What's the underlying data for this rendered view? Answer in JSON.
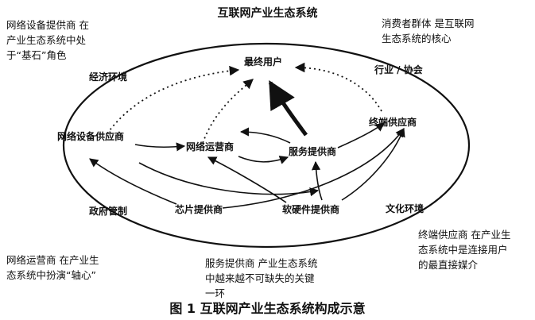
{
  "diagram_title": "互联网产业生态系统",
  "caption": "图 1 互联网产业生态系统构成示意",
  "nodes": {
    "end_user": "最终用户",
    "network_equipment": "网络设备供应商",
    "network_operator": "网络运营商",
    "service_provider": "服务提供商",
    "terminal_supplier": "终端供应商",
    "chip_provider": "芯片提供商",
    "hw_sw_provider": "软硬件提供商"
  },
  "environment": {
    "economic": "经济环境",
    "industry": "行业 / 协会",
    "government": "政府管制",
    "culture": "文化环境"
  },
  "notes": {
    "top_left": "网络设备提供商 在\n产业生态系统中处\n于“基石”角色",
    "top_right": "消费者群体 是互联网\n生态系统的核心",
    "bottom_left": "网络运营商 在产业生\n态系统中扮演“轴心”",
    "bottom_middle": "服务提供商 产业生态系统\n中越来越不可缺失的关键\n一环",
    "bottom_right": "终端供应商 在产业生\n态系统中是连接用户\n的最直接媒介"
  }
}
